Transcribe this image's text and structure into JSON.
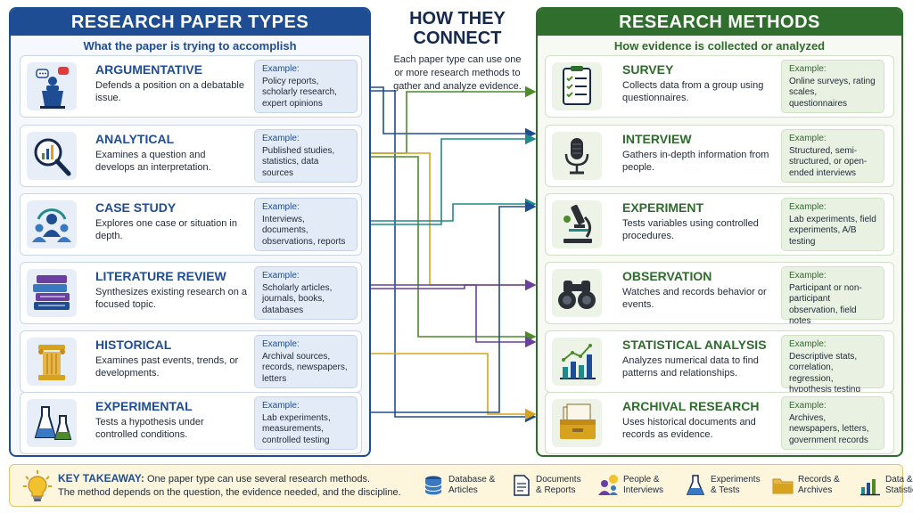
{
  "left": {
    "title": "RESEARCH PAPER TYPES",
    "subtitle": "What the paper is trying to accomplish",
    "example_label": "Example:",
    "items": [
      {
        "title": "ARGUMENTATIVE",
        "desc": "Defends a position on a debatable issue.",
        "example": "Policy reports, scholarly research, expert opinions",
        "icon": "podium-icon"
      },
      {
        "title": "ANALYTICAL",
        "desc": "Examines a question and develops an interpretation.",
        "example": "Published studies, statistics, data sources",
        "icon": "magnifier-chart-icon"
      },
      {
        "title": "CASE STUDY",
        "desc": "Explores one case or situation in depth.",
        "example": "Interviews, documents, observations, reports",
        "icon": "people-focus-icon"
      },
      {
        "title": "LITERATURE REVIEW",
        "desc": "Synthesizes existing research on a focused topic.",
        "example": "Scholarly articles, journals, books, databases",
        "icon": "books-icon"
      },
      {
        "title": "HISTORICAL",
        "desc": "Examines past events, trends, or developments.",
        "example": "Archival sources, records, newspapers, letters",
        "icon": "column-icon"
      },
      {
        "title": "EXPERIMENTAL",
        "desc": "Tests a hypothesis under controlled conditions.",
        "example": "Lab experiments, measurements, controlled testing",
        "icon": "flasks-icon"
      }
    ]
  },
  "center": {
    "title_line1": "HOW THEY",
    "title_line2": "CONNECT",
    "desc": "Each paper type can use one or more research methods to gather and analyze evidence."
  },
  "right": {
    "title": "RESEARCH METHODS",
    "subtitle": "How evidence is collected or analyzed",
    "example_label": "Example:",
    "items": [
      {
        "title": "SURVEY",
        "desc": "Collects data from a group using questionnaires.",
        "example": "Online surveys, rating scales, questionnaires",
        "icon": "clipboard-icon"
      },
      {
        "title": "INTERVIEW",
        "desc": "Gathers in-depth information from people.",
        "example": "Structured, semi-structured, or open-ended interviews",
        "icon": "microphone-icon"
      },
      {
        "title": "EXPERIMENT",
        "desc": "Tests variables using controlled procedures.",
        "example": "Lab experiments, field experiments, A/B testing",
        "icon": "microscope-icon"
      },
      {
        "title": "OBSERVATION",
        "desc": "Watches and records behavior or events.",
        "example": "Participant or non-participant observation, field notes",
        "icon": "binoculars-icon"
      },
      {
        "title": "STATISTICAL ANALYSIS",
        "desc": "Analyzes numerical data to find patterns and relationships.",
        "example": "Descriptive stats, correlation, regression, hypothesis testing",
        "icon": "bar-chart-icon"
      },
      {
        "title": "ARCHIVAL RESEARCH",
        "desc": "Uses historical documents and records as evidence.",
        "example": "Archives, newspapers, letters, government records",
        "icon": "archive-box-icon"
      }
    ]
  },
  "connections": [
    {
      "from": 0,
      "to": 1,
      "color": "#1f4d94"
    },
    {
      "from": 0,
      "to": 5,
      "color": "#1f4d94"
    },
    {
      "from": 1,
      "to": 0,
      "color": "#4d8a2a"
    },
    {
      "from": 1,
      "to": 4,
      "color": "#4d8a2a"
    },
    {
      "from": 1,
      "to": 3,
      "color": "#d7a21e"
    },
    {
      "from": 2,
      "to": 1,
      "color": "#1f8a8a"
    },
    {
      "from": 2,
      "to": 2,
      "color": "#1f8a8a"
    },
    {
      "from": 3,
      "to": 3,
      "color": "#6a3fa0"
    },
    {
      "from": 3,
      "to": 4,
      "color": "#6a3fa0"
    },
    {
      "from": 4,
      "to": 5,
      "color": "#d7a21e"
    },
    {
      "from": 5,
      "to": 2,
      "color": "#1f4d94"
    }
  ],
  "footer": {
    "label": "KEY TAKEAWAY:",
    "line1": "One paper type can use several research methods.",
    "line2": "The method depends on the question, the evidence needed, and the discipline.",
    "legend": [
      {
        "label": "Database & Articles",
        "icon": "database-icon"
      },
      {
        "label": "Documents & Reports",
        "icon": "document-icon"
      },
      {
        "label": "People & Interviews",
        "icon": "people-speech-icon"
      },
      {
        "label": "Experiments & Tests",
        "icon": "flask-icon"
      },
      {
        "label": "Records & Archives",
        "icon": "folder-icon"
      },
      {
        "label": "Data & Statistics",
        "icon": "stats-icon"
      }
    ]
  }
}
